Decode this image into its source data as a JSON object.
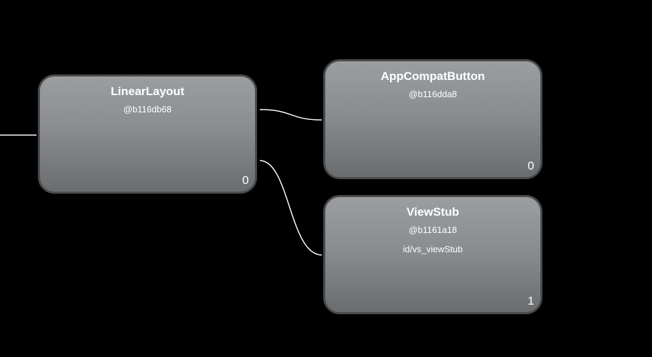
{
  "nodes": [
    {
      "class": "LinearLayout",
      "hash": "@b116db68",
      "id": "",
      "index": "0"
    },
    {
      "class": "AppCompatButton",
      "hash": "@b116dda8",
      "id": "",
      "index": "0"
    },
    {
      "class": "ViewStub",
      "hash": "@b1161a18",
      "id": "id/vs_viewStub",
      "index": "1"
    }
  ],
  "colors": {
    "background": "#000000",
    "node_border": "#4a4a4a",
    "node_fill_top": "#9b9ea1",
    "node_fill_bottom": "#6a6d70",
    "connector": "#ffffff",
    "text": "#ffffff"
  }
}
